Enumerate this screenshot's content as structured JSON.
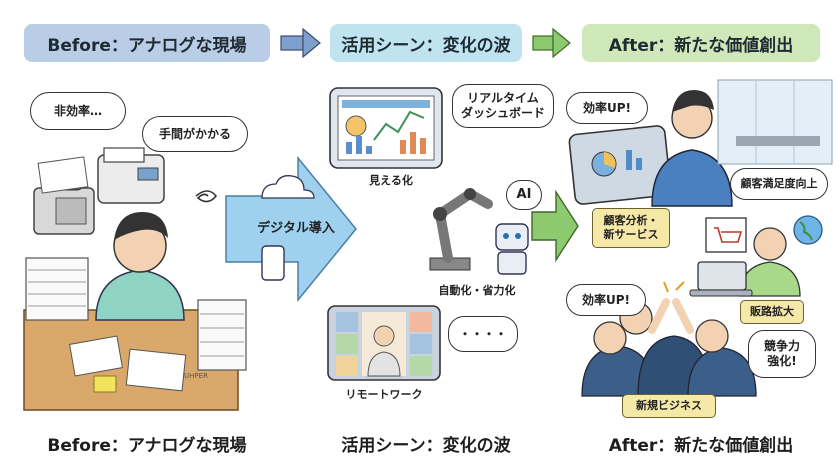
{
  "banners": {
    "before": "Before：アナログな現場",
    "middle": "活用シーン：変化の波",
    "after": "After：新たな価値創出"
  },
  "captions": {
    "before": "Before：アナログな現場",
    "middle": "活用シーン：変化の波",
    "after": "After：新たな価値創出"
  },
  "before": {
    "thought_inefficiency": "非効率…",
    "thought_hassle": "手間がかかる",
    "paper_mark": "UHPER"
  },
  "middle": {
    "arrow_label": "デジタル導入",
    "dashboard_bubble": "リアルタイム\nダッシュボード",
    "visualization_label": "見える化",
    "ai_label": "AI",
    "automation_label": "自動化・省力化",
    "chat_bubble": "・・・・",
    "remote_label": "リモートワーク"
  },
  "after": {
    "efficiency_bubble_top": "効率UP!",
    "satisfaction_tag": "顧客満足度向上",
    "analysis_tag": "顧客分析・\n新サービス",
    "sales_tag": "販路拡大",
    "efficiency_bubble_bottom": "効率UP!",
    "competitiveness_bubble": "競争力\n強化!",
    "new_business_tag": "新規ビジネス"
  },
  "colors": {
    "before_banner": "#b9cde6",
    "middle_banner": "#bfe3ef",
    "after_banner": "#cfe8b9",
    "arrow_blue": "#9fd0ee",
    "arrow_green": "#8cc96f",
    "tag_yellow": "#f6e9a8"
  }
}
